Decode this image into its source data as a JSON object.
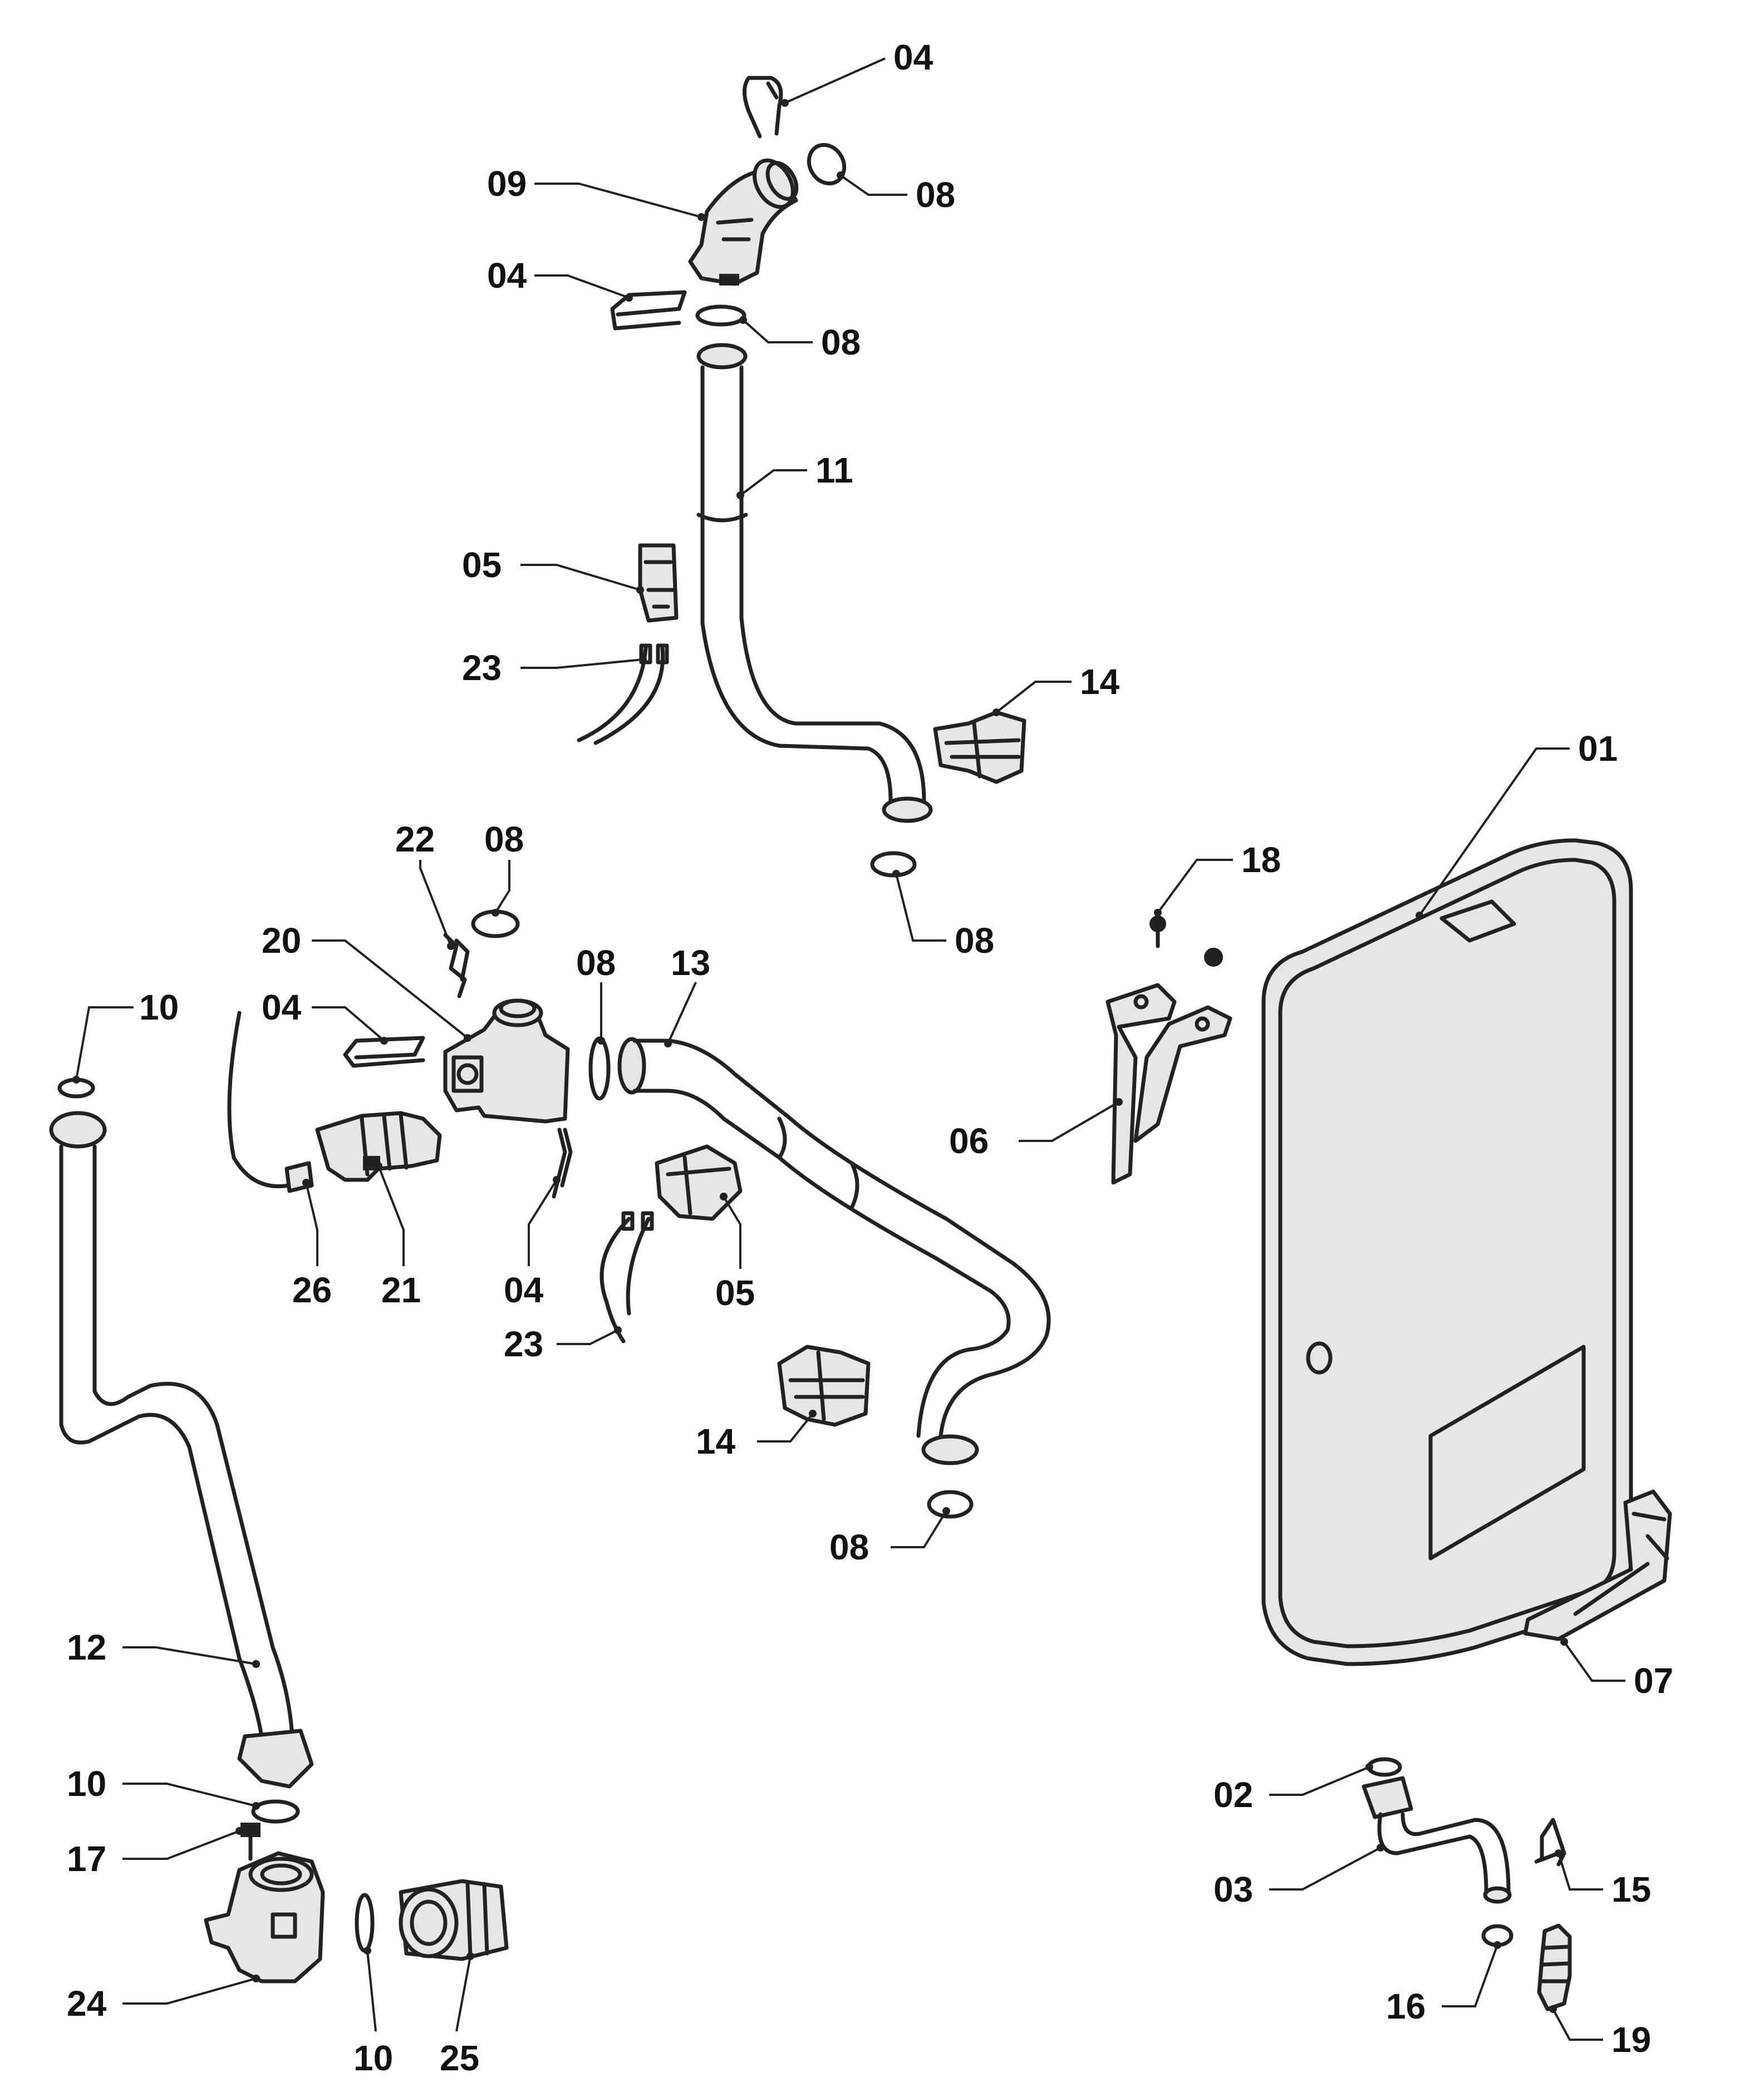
{
  "callouts": [
    {
      "id": "04",
      "text": "04"
    },
    {
      "id": "08",
      "text": "08"
    },
    {
      "id": "09",
      "text": "09"
    },
    {
      "id": "04",
      "text": "04"
    },
    {
      "id": "08",
      "text": "08"
    },
    {
      "id": "11",
      "text": "11"
    },
    {
      "id": "05",
      "text": "05"
    },
    {
      "id": "23",
      "text": "23"
    },
    {
      "id": "14",
      "text": "14"
    },
    {
      "id": "01",
      "text": "01"
    },
    {
      "id": "22",
      "text": "22"
    },
    {
      "id": "08",
      "text": "08"
    },
    {
      "id": "18",
      "text": "18"
    },
    {
      "id": "08",
      "text": "08"
    },
    {
      "id": "20",
      "text": "20"
    },
    {
      "id": "08",
      "text": "08"
    },
    {
      "id": "13",
      "text": "13"
    },
    {
      "id": "10",
      "text": "10"
    },
    {
      "id": "04",
      "text": "04"
    },
    {
      "id": "06",
      "text": "06"
    },
    {
      "id": "26",
      "text": "26"
    },
    {
      "id": "21",
      "text": "21"
    },
    {
      "id": "04",
      "text": "04"
    },
    {
      "id": "05",
      "text": "05"
    },
    {
      "id": "23",
      "text": "23"
    },
    {
      "id": "14",
      "text": "14"
    },
    {
      "id": "08",
      "text": "08"
    },
    {
      "id": "12",
      "text": "12"
    },
    {
      "id": "07",
      "text": "07"
    },
    {
      "id": "10",
      "text": "10"
    },
    {
      "id": "02",
      "text": "02"
    },
    {
      "id": "17",
      "text": "17"
    },
    {
      "id": "03",
      "text": "03"
    },
    {
      "id": "15",
      "text": "15"
    },
    {
      "id": "24",
      "text": "24"
    },
    {
      "id": "16",
      "text": "16"
    },
    {
      "id": "19",
      "text": "19"
    },
    {
      "id": "10",
      "text": "10"
    },
    {
      "id": "25",
      "text": "25"
    }
  ]
}
